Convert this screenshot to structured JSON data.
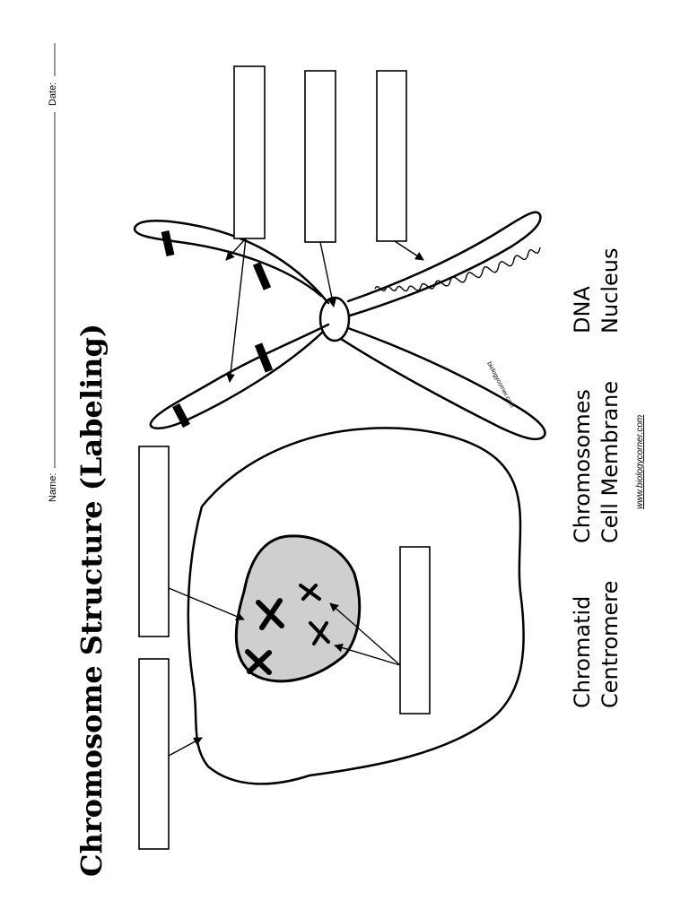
{
  "header": {
    "title": "Chromosome Structure  (Labeling)",
    "name_label": "Name:",
    "date_label": "Date:"
  },
  "word_bank": [
    "Chromatid",
    "Centromere",
    "Chromosomes",
    "Cell Membrane",
    "DNA",
    "Nucleus"
  ],
  "footer": {
    "website": "www.biologycorner.com"
  },
  "diagram": {
    "watermark": "biologycorner.com"
  },
  "colors": {
    "nucleus_fill": "#cfcfcf",
    "ink": "#000000"
  }
}
